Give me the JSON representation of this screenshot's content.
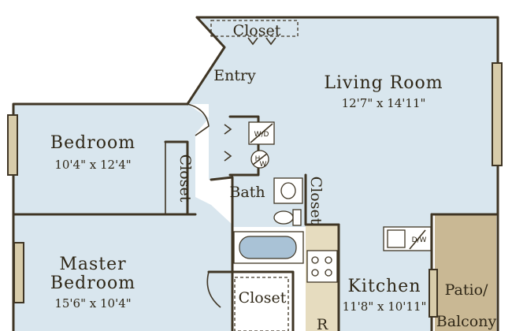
{
  "colors": {
    "floor": "#d9e6ee",
    "wall": "#3f3524",
    "counter": "#e6dcbf",
    "patio": "#c9b894",
    "window": "#d8ccaa",
    "tub": "#a9c2d6",
    "text": "#2f2717"
  },
  "rooms": {
    "living_room": {
      "name": "Living Room",
      "size": "12'7\" x 14'11\""
    },
    "bedroom": {
      "name": "Bedroom",
      "size": "10'4\" x 12'4\""
    },
    "master_bedroom": {
      "name_line1": "Master",
      "name_line2": "Bedroom",
      "size": "15'6\" x 10'4\""
    },
    "kitchen": {
      "name": "Kitchen",
      "size": "11'8\" x 10'11\""
    },
    "bath": {
      "name": "Bath"
    },
    "entry": {
      "name": "Entry"
    },
    "patio": {
      "name_line1": "Patio/",
      "name_line2": "Balcony"
    }
  },
  "closets": {
    "entry_closet": "Closet",
    "bedroom_closet": "Closet",
    "bath_closet": "Closet",
    "master_closet": "Closet"
  },
  "appliances": {
    "washer_dryer_top": "W/D",
    "water_heater_h": "H",
    "water_heater_w": "W",
    "washer_dryer_kitchen": "D/W",
    "refrigerator_partial": "R"
  },
  "icons": [
    "window",
    "door-swing",
    "sink",
    "toilet",
    "bathtub",
    "stove-burners",
    "appliance-box"
  ]
}
